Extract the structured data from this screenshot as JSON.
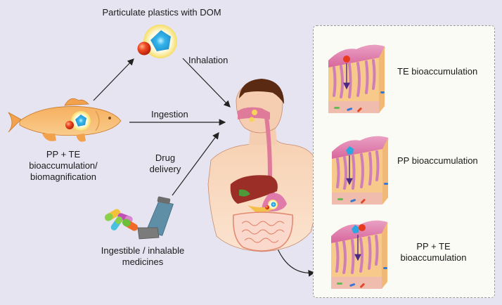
{
  "labels": {
    "particulate": "Particulate plastics with DOM",
    "inhalation": "Inhalation",
    "ingestion": "Ingestion",
    "fish_line1": "PP + TE",
    "fish_line2": "bioaccumulation/",
    "fish_line3": "biomagnification",
    "drug_line1": "Drug",
    "drug_line2": "delivery",
    "medicine_line1": "Ingestible / inhalable",
    "medicine_line2": "medicines"
  },
  "panel": {
    "items": [
      {
        "label": "TE bioaccumulation"
      },
      {
        "label": "PP bioaccumulation"
      },
      {
        "label_line1": "PP + TE",
        "label_line2": "bioaccumulation"
      }
    ]
  },
  "colors": {
    "background": "#e6e4f1",
    "panel": "#fbfbf5",
    "te_particle": "#e03a1c",
    "pp_particle": "#2aa6e0",
    "dom_halo": "#f6e27a",
    "tissue_top": "#e07aab",
    "tissue_body": "#f7c98a",
    "arrow_purple": "#4b2a86"
  }
}
